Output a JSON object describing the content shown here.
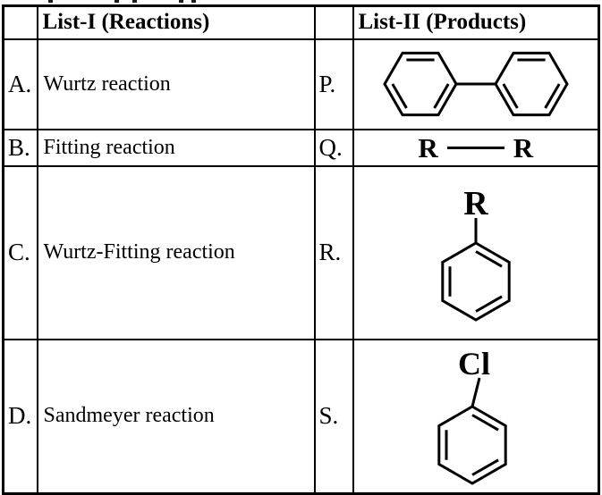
{
  "table": {
    "header": {
      "reactions": "List-I (Reactions)",
      "products": "List-II (Products)"
    },
    "rows": [
      {
        "key": "A.",
        "reaction": "Wurtz reaction",
        "product_key": "P."
      },
      {
        "key": "B.",
        "reaction": "Fitting reaction",
        "product_key": "Q."
      },
      {
        "key": "C.",
        "reaction": "Wurtz-Fitting reaction",
        "product_key": "R."
      },
      {
        "key": "D.",
        "reaction": "Sandmeyer reaction",
        "product_key": "S."
      }
    ],
    "structures": {
      "p_structure": "biphenyl-two-benzene-rings",
      "q_formula": {
        "left": "R",
        "right": "R"
      },
      "r_substituent": "R",
      "s_substituent": "Cl"
    }
  },
  "colors": {
    "line": "#000000",
    "background": "#ffffff",
    "text": "#000000"
  }
}
